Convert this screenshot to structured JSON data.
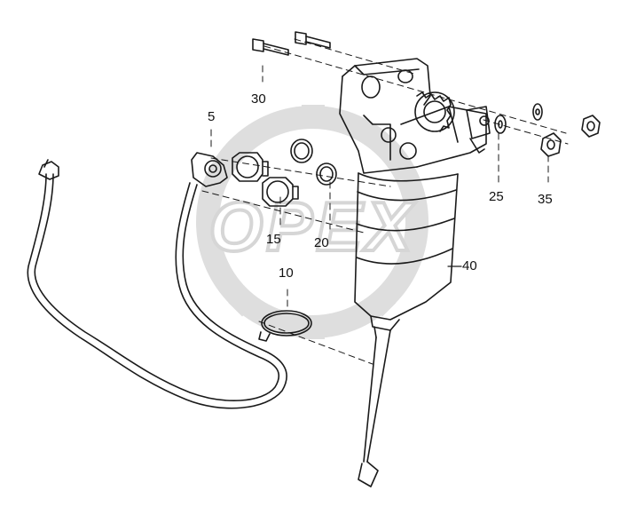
{
  "diagram": {
    "watermark_text": "OPEX",
    "callouts": [
      {
        "id": "5",
        "label": "5"
      },
      {
        "id": "10",
        "label": "10"
      },
      {
        "id": "15",
        "label": "15"
      },
      {
        "id": "20",
        "label": "20"
      },
      {
        "id": "25",
        "label": "25"
      },
      {
        "id": "30",
        "label": "30"
      },
      {
        "id": "35",
        "label": "35"
      },
      {
        "id": "40",
        "label": "40"
      }
    ],
    "line_color": "#1a1a1a",
    "watermark_color": "#d9d9d9"
  }
}
